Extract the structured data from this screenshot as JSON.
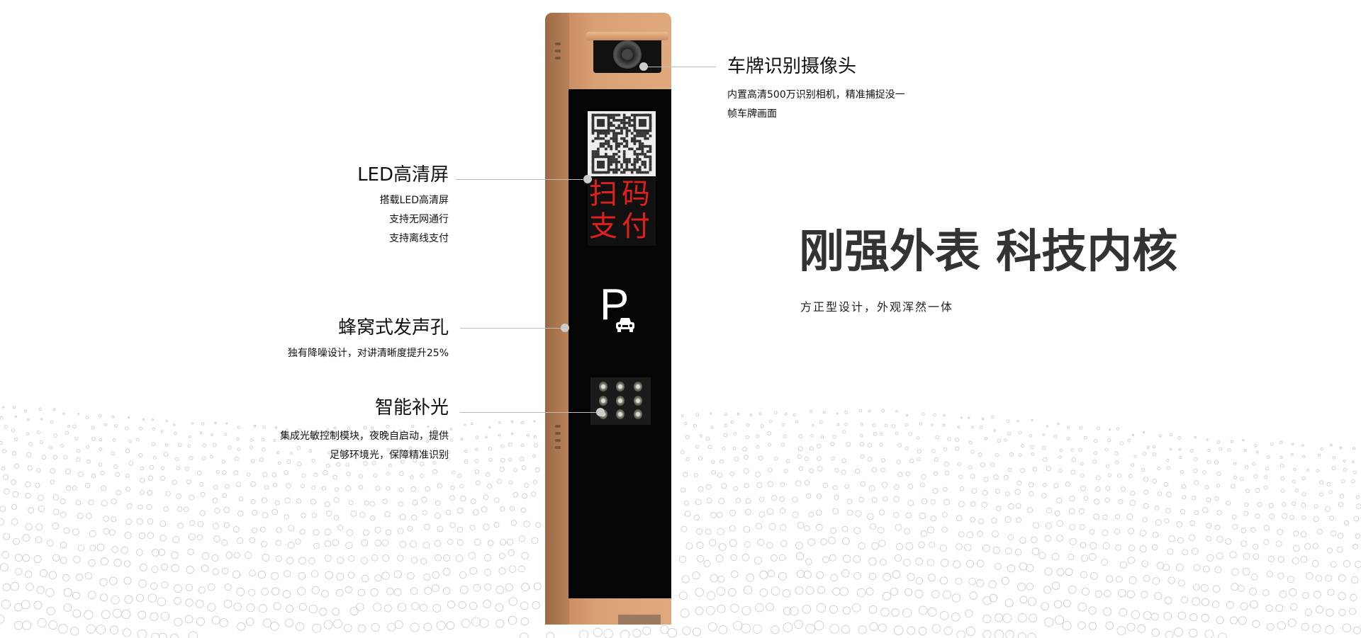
{
  "features": {
    "camera": {
      "title": "车牌识别摄像头",
      "desc": [
        "内置高清500万识别相机，精准捕捉没一",
        "帧车牌画面"
      ]
    },
    "led": {
      "title": "LED高清屏",
      "desc": [
        "搭载LED高清屏",
        "支持无网通行",
        "支持离线支付"
      ]
    },
    "speaker": {
      "title": "蜂窝式发声孔",
      "desc": [
        "独有降噪设计，对讲清晰度提升25%"
      ]
    },
    "fill_light": {
      "title": "智能补光",
      "desc": [
        "集成光敏控制模块，夜晚自启动，提供",
        "足够环境光，保障精准识别"
      ]
    }
  },
  "device": {
    "led_text": [
      "扫码",
      "支付"
    ],
    "parking_sign": "P"
  },
  "headline": {
    "title": "刚强外表 科技内核",
    "subtitle": "方正型设计，外观浑然一体"
  },
  "colors": {
    "body": "#d9a073",
    "panel": "#050505",
    "led": "#e0201c"
  }
}
